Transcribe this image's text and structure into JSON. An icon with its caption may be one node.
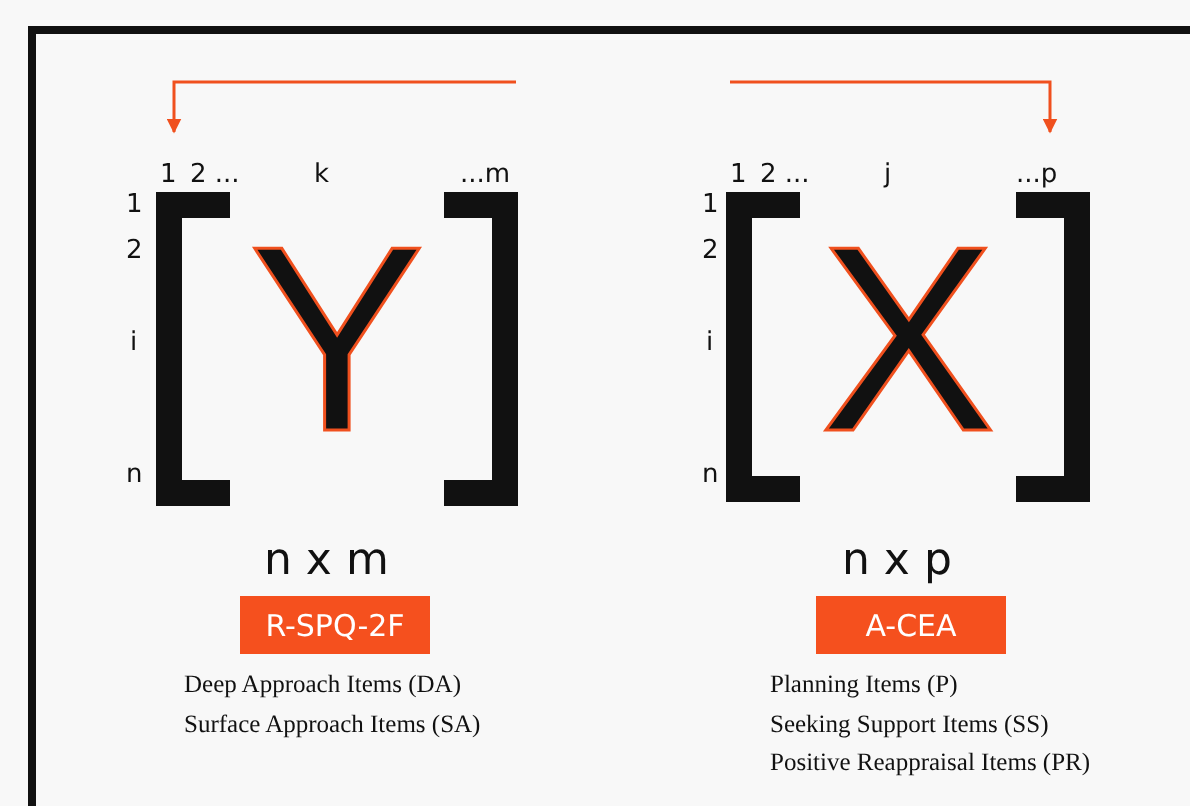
{
  "diagram": {
    "nodes": [
      {
        "text": [
          "Y"
        ]
      },
      {
        "text": [
          "R-SPQ-2F"
        ]
      },
      {
        "text": [
          "X"
        ]
      },
      {
        "text": [
          "A-CEA"
        ]
      }
    ],
    "edges": [
      {
        "from": null,
        "to": 0,
        "arrow": "to",
        "color": "#f0501e"
      },
      {
        "from": null,
        "to": 2,
        "arrow": "to",
        "color": "#f0501e"
      }
    ],
    "labels": [
      "1",
      "2 ...",
      "k",
      "...m",
      "1",
      "2",
      "i",
      "n",
      "n x m",
      "Deep Approach Items (DA)",
      "Surface Approach Items (SA)",
      "1",
      "2 ...",
      "j",
      "...p",
      "1",
      "2",
      "i",
      "n",
      "n x p",
      "Planning Items (P)",
      "Seeking Support Items (SS)",
      "Positive Reappraisal Items (PR)"
    ]
  }
}
